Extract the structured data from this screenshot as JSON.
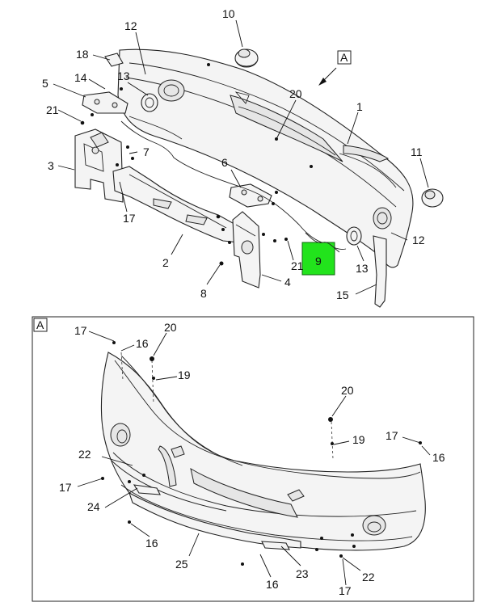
{
  "detail_marker": "A",
  "detail_label": "A",
  "callouts": {
    "c1": "1",
    "c2": "2",
    "c3": "3",
    "c4": "4",
    "c5": "5",
    "c6": "6",
    "c7": "7",
    "c8": "8",
    "c9": "9",
    "c10": "10",
    "c11": "11",
    "c12a": "12",
    "c12b": "12",
    "c13a": "13",
    "c13b": "13",
    "c14": "14",
    "c15": "15",
    "c17a": "17",
    "c18": "18",
    "c20a": "20",
    "c21a": "21",
    "c21b": "21",
    "d16a": "16",
    "d16b": "16",
    "d16c": "16",
    "d16d": "16",
    "d17a": "17",
    "d17b": "17",
    "d17c": "17",
    "d17d": "17",
    "d19a": "19",
    "d19b": "19",
    "d20a": "20",
    "d20b": "20",
    "d22a": "22",
    "d22b": "22",
    "d23": "23",
    "d24": "24",
    "d25": "25"
  },
  "highlight_color": "#22e31c"
}
